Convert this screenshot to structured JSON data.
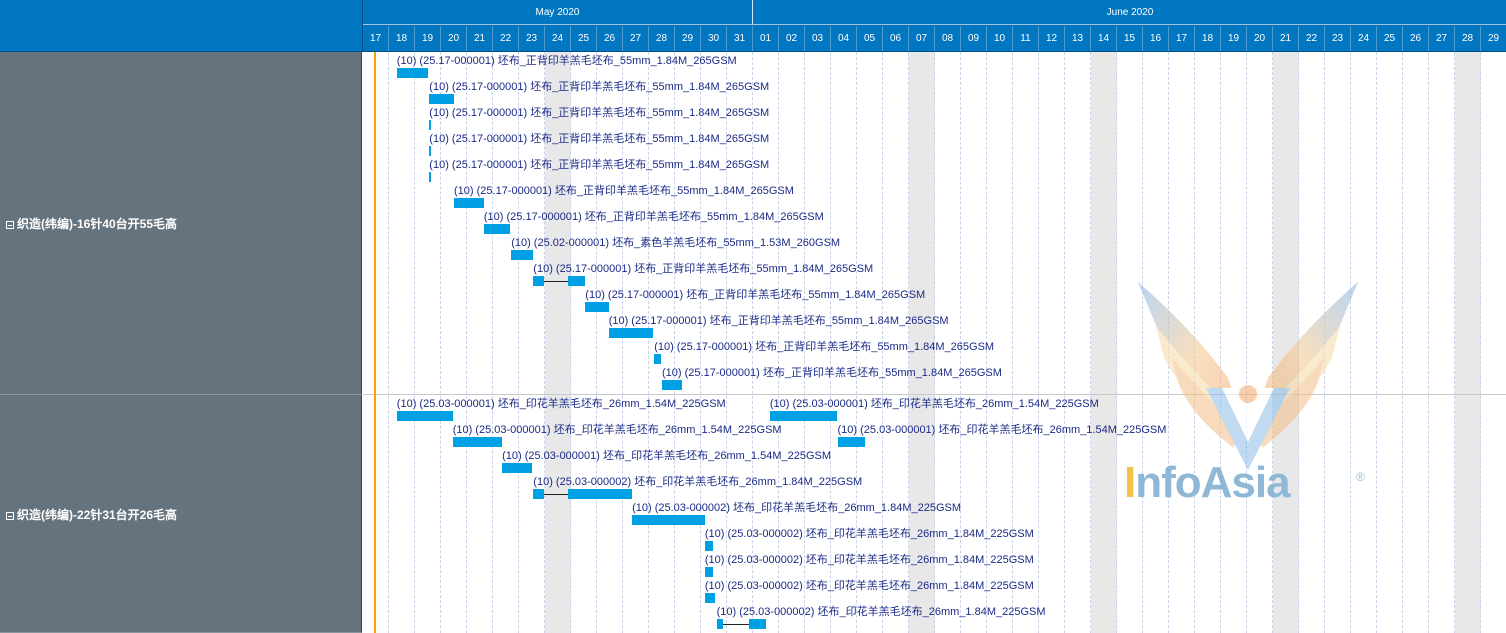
{
  "months": [
    {
      "label": "May 2020",
      "startIndex": 0,
      "span": 15
    },
    {
      "label": "June 2020",
      "startIndex": 15,
      "span": 29
    }
  ],
  "days": [
    "17",
    "18",
    "19",
    "20",
    "21",
    "22",
    "23",
    "24",
    "25",
    "26",
    "27",
    "28",
    "29",
    "30",
    "31",
    "01",
    "02",
    "03",
    "04",
    "05",
    "06",
    "07",
    "08",
    "09",
    "10",
    "11",
    "12",
    "13",
    "14",
    "15",
    "16",
    "17",
    "18",
    "19",
    "20",
    "21",
    "22",
    "23",
    "24",
    "25",
    "26",
    "27",
    "28",
    "29"
  ],
  "weekendIndices": [
    7,
    21,
    28,
    35,
    42
  ],
  "groups": [
    {
      "title": "织造(纬编)-16针40台开55毛高"
    },
    {
      "title": "织造(纬编)-22针31台开26毛高"
    }
  ],
  "tasks": [
    {
      "group": 0,
      "row": 0,
      "start": 1.3,
      "duration": 1.2,
      "label": "(10) (25.17-000001) 坯布_正背印羊羔毛坯布_55mm_1.84M_265GSM"
    },
    {
      "group": 0,
      "row": 1,
      "start": 2.55,
      "duration": 0.95,
      "label": "(10) (25.17-000001) 坯布_正背印羊羔毛坯布_55mm_1.84M_265GSM"
    },
    {
      "group": 0,
      "row": 2,
      "start": 2.55,
      "duration": 0.08,
      "label": "(10) (25.17-000001) 坯布_正背印羊羔毛坯布_55mm_1.84M_265GSM"
    },
    {
      "group": 0,
      "row": 3,
      "start": 2.55,
      "duration": 0.08,
      "label": "(10) (25.17-000001) 坯布_正背印羊羔毛坯布_55mm_1.84M_265GSM"
    },
    {
      "group": 0,
      "row": 4,
      "start": 2.55,
      "duration": 0.08,
      "label": "(10) (25.17-000001) 坯布_正背印羊羔毛坯布_55mm_1.84M_265GSM"
    },
    {
      "group": 0,
      "row": 5,
      "start": 3.5,
      "duration": 1.15,
      "label": "(10) (25.17-000001) 坯布_正背印羊羔毛坯布_55mm_1.84M_265GSM"
    },
    {
      "group": 0,
      "row": 6,
      "start": 4.65,
      "duration": 1.0,
      "label": "(10) (25.17-000001) 坯布_正背印羊羔毛坯布_55mm_1.84M_265GSM"
    },
    {
      "group": 0,
      "row": 7,
      "start": 5.7,
      "duration": 0.85,
      "label": "(10) (25.02-000001) 坯布_素色羊羔毛坯布_55mm_1.53M_260GSM"
    },
    {
      "group": 0,
      "row": 8,
      "start": 6.55,
      "duration": 0.4,
      "label": "(10) (25.17-000001) 坯布_正背印羊羔毛坯布_55mm_1.84M_265GSM",
      "gapEnd": 7.9,
      "end": 8.55
    },
    {
      "group": 0,
      "row": 9,
      "start": 8.55,
      "duration": 0.9,
      "label": "(10) (25.17-000001) 坯布_正背印羊羔毛坯布_55mm_1.84M_265GSM"
    },
    {
      "group": 0,
      "row": 10,
      "start": 9.45,
      "duration": 1.7,
      "label": "(10) (25.17-000001) 坯布_正背印羊羔毛坯布_55mm_1.84M_265GSM"
    },
    {
      "group": 0,
      "row": 11,
      "start": 11.2,
      "duration": 0.25,
      "label": "(10) (25.17-000001) 坯布_正背印羊羔毛坯布_55mm_1.84M_265GSM"
    },
    {
      "group": 0,
      "row": 12,
      "start": 11.5,
      "duration": 0.75,
      "label": "(10) (25.17-000001) 坯布_正背印羊羔毛坯布_55mm_1.84M_265GSM"
    },
    {
      "group": 1,
      "row": 0,
      "start": 1.3,
      "duration": 2.15,
      "label": "(10) (25.03-000001) 坯布_印花羊羔毛坯布_26mm_1.54M_225GSM"
    },
    {
      "group": 1,
      "row": 0,
      "start": 15.65,
      "duration": 2.6,
      "label": "(10) (25.03-000001) 坯布_印花羊羔毛坯布_26mm_1.54M_225GSM"
    },
    {
      "group": 1,
      "row": 1,
      "start": 3.45,
      "duration": 1.9,
      "label": "(10) (25.03-000001) 坯布_印花羊羔毛坯布_26mm_1.54M_225GSM"
    },
    {
      "group": 1,
      "row": 1,
      "start": 18.25,
      "duration": 1.05,
      "label": "(10) (25.03-000001) 坯布_印花羊羔毛坯布_26mm_1.54M_225GSM"
    },
    {
      "group": 1,
      "row": 2,
      "start": 5.35,
      "duration": 1.15,
      "label": "(10) (25.03-000001) 坯布_印花羊羔毛坯布_26mm_1.54M_225GSM"
    },
    {
      "group": 1,
      "row": 3,
      "start": 6.55,
      "duration": 0.4,
      "label": "(10) (25.03-000002) 坯布_印花羊羔毛坯布_26mm_1.84M_225GSM",
      "gapEnd": 7.9,
      "end": 10.35
    },
    {
      "group": 1,
      "row": 4,
      "start": 10.35,
      "duration": 2.8,
      "label": "(10) (25.03-000002) 坯布_印花羊羔毛坯布_26mm_1.84M_225GSM"
    },
    {
      "group": 1,
      "row": 5,
      "start": 13.15,
      "duration": 0.3,
      "label": "(10) (25.03-000002) 坯布_印花羊羔毛坯布_26mm_1.84M_225GSM"
    },
    {
      "group": 1,
      "row": 6,
      "start": 13.15,
      "duration": 0.3,
      "label": "(10) (25.03-000002) 坯布_印花羊羔毛坯布_26mm_1.84M_225GSM"
    },
    {
      "group": 1,
      "row": 7,
      "start": 13.15,
      "duration": 0.4,
      "label": "(10) (25.03-000002) 坯布_印花羊羔毛坯布_26mm_1.84M_225GSM"
    },
    {
      "group": 1,
      "row": 8,
      "start": 13.6,
      "duration": 0.25,
      "label": "(10) (25.03-000002) 坯布_印花羊羔毛坯布_26mm_1.84M_225GSM",
      "gapEnd": 14.85,
      "end": 15.5
    }
  ],
  "watermark": {
    "brand_first": "I",
    "brand_rest": "nfoAsia",
    "registered": "®"
  },
  "colors": {
    "header": "#0077c0",
    "groupCell": "#65737e",
    "bar": "#00a0e4",
    "today": "#f2a400",
    "weekend": "#e8e8e8",
    "label": "#1b2a86"
  }
}
